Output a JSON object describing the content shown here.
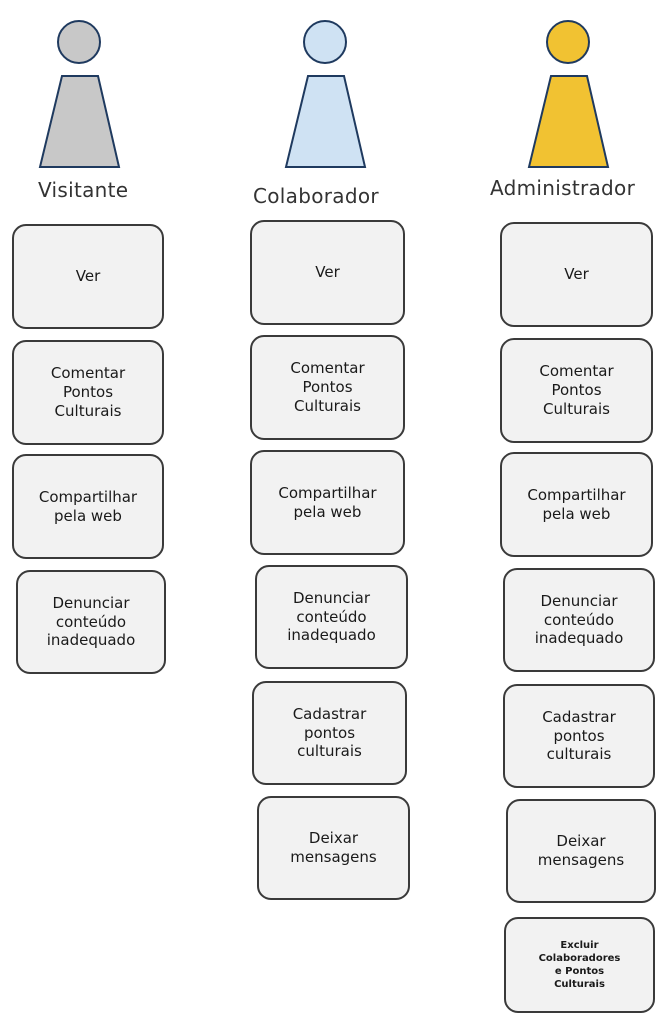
{
  "colors": {
    "visitante": "#c8c8c8",
    "colaborador": "#cfe2f3",
    "administrador": "#f1c232",
    "stroke": "#1f3a5f",
    "box_fill": "#f2f2f2",
    "box_border": "#3a3a3a"
  },
  "roles": [
    {
      "name": "Visitante",
      "actions": [
        "Ver",
        "Comentar\nPontos\nCulturais",
        "Compartilhar\npela web",
        "Denunciar\nconteúdo\ninadequado"
      ]
    },
    {
      "name": "Colaborador",
      "actions": [
        "Ver",
        "Comentar\nPontos\nCulturais",
        "Compartilhar\npela web",
        "Denunciar\nconteúdo\ninadequado",
        "Cadastrar\npontos\nculturais",
        "Deixar\nmensagens"
      ]
    },
    {
      "name": "Administrador",
      "actions": [
        "Ver",
        "Comentar\nPontos\nCulturais",
        "Compartilhar\npela web",
        "Denunciar\nconteúdo\ninadequado",
        "Cadastrar\npontos\nculturais",
        "Deixar\nmensagens",
        "Excluir\nColaboradores\ne Pontos\nCulturais"
      ]
    }
  ]
}
